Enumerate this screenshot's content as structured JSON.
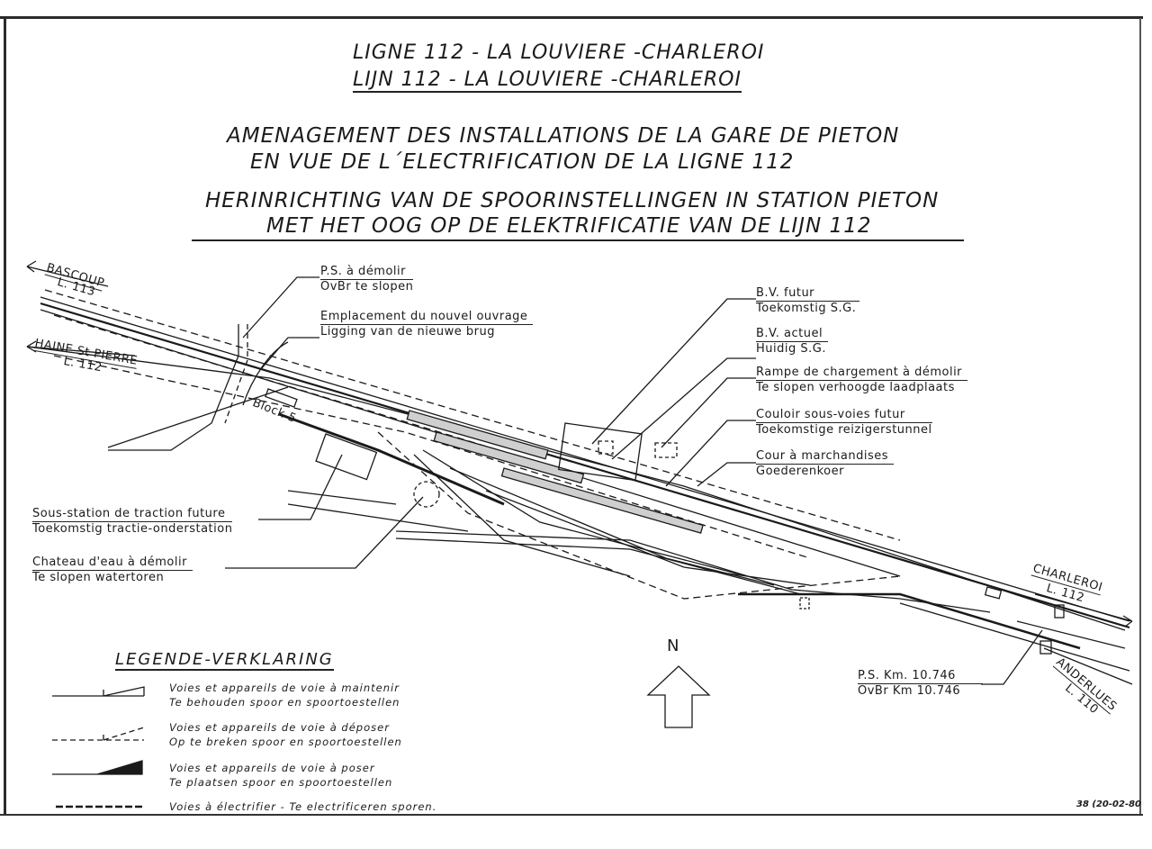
{
  "title": {
    "line_fr": "LIGNE 112 - LA LOUVIERE -CHARLEROI",
    "line_nl": "LIJN   112 - LA LOUVIERE -CHARLEROI",
    "heading_fr_1": "AMENAGEMENT DES INSTALLATIONS DE LA GARE DE PIETON",
    "heading_fr_2": "EN VUE DE L´ELECTRIFICATION DE LA LIGNE 112",
    "heading_nl_1": "HERINRICHTING VAN DE SPOORINSTELLINGEN IN STATION PIETON",
    "heading_nl_2": "MET HET OOG OP DE ELEKTRIFICATIE VAN DE LIJN 112"
  },
  "directions": {
    "bascoup_name": "BASCOUP",
    "bascoup_line": "L. 113",
    "haine_name": "HAINE St PIERRE",
    "haine_line": "L. 112",
    "charleroi_name": "CHARLEROI",
    "charleroi_line": "L. 112",
    "anderlues_name": "ANDERLUES",
    "anderlues_line": "L. 110"
  },
  "labels": {
    "ps_demolir_fr": "P.S. à démolir",
    "ps_demolir_nl": "OvBr te slopen",
    "emplacement_fr": "Emplacement du nouvel ouvrage",
    "emplacement_nl": "Ligging van de nieuwe brug",
    "bv_futur_fr": "B.V. futur",
    "bv_futur_nl": "Toekomstig S.G.",
    "bv_actuel_fr": "B.V. actuel",
    "bv_actuel_nl": "Huidig S.G.",
    "rampe_fr": "Rampe de chargement à démolir",
    "rampe_nl": "Te slopen verhoogde laadplaats",
    "couloir_fr": "Couloir sous-voies futur",
    "couloir_nl": "Toekomstige reizigerstunnel",
    "cour_fr": "Cour à marchandises",
    "cour_nl": "Goederenkoer",
    "sous_station_fr": "Sous-station de traction future",
    "sous_station_nl": "Toekomstig tractie-onderstation",
    "chateau_fr": "Chateau d'eau à démolir",
    "chateau_nl": "Te slopen watertoren",
    "block": "Block 5",
    "ps_km_fr": "P.S. Km. 10.746",
    "ps_km_nl": "OvBr Km 10.746",
    "north": "N"
  },
  "legend": {
    "title": "LEGENDE-VERKLARING",
    "items": [
      {
        "fr": "Voies et appareils de voie à maintenir",
        "nl": "Te behouden spoor en spoortoestellen"
      },
      {
        "fr": "Voies et appareils de voie à déposer",
        "nl": "Op te breken spoor en spoortoestellen"
      },
      {
        "fr": "Voies et appareils de voie à poser",
        "nl": "Te plaatsen spoor en spoortoestellen"
      },
      {
        "fr": "Voies à électrifier - Te electrificeren sporen."
      }
    ]
  },
  "stamp": "38 (20-02-80"
}
